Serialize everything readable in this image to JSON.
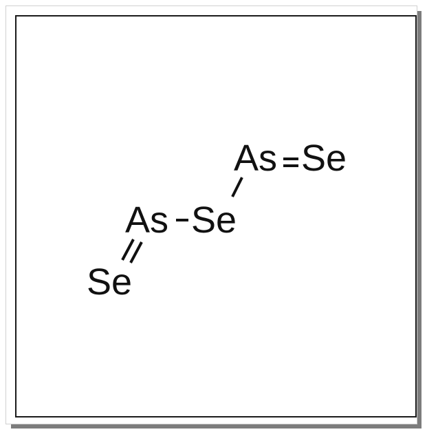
{
  "structure": {
    "atoms": [
      {
        "id": "as1",
        "label": "As"
      },
      {
        "id": "se1",
        "label": "Se"
      },
      {
        "id": "as2",
        "label": "As"
      },
      {
        "id": "se2",
        "label": "Se"
      },
      {
        "id": "se3",
        "label": "Se"
      }
    ],
    "bonds": [
      {
        "from": "as1",
        "to": "se1",
        "order": 2
      },
      {
        "from": "as1",
        "to": "se2",
        "order": 1
      },
      {
        "from": "as2",
        "to": "se2",
        "order": 1
      },
      {
        "from": "as2",
        "to": "se3",
        "order": 2
      }
    ],
    "colors": {
      "ink": "#111111",
      "frame_border": "#1a1a1a",
      "shadow": "#7d7d7d",
      "background": "#ffffff"
    }
  }
}
